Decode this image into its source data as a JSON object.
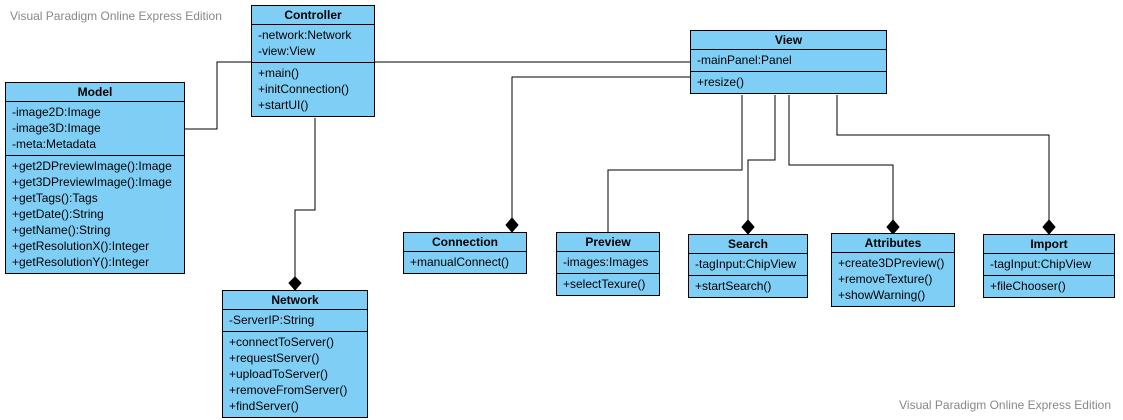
{
  "watermark": {
    "top": "Visual Paradigm Online Express Edition",
    "bottom": "Visual Paradigm Online Express Edition"
  },
  "classes": [
    {
      "id": "controller",
      "name": "Controller",
      "attributes": [
        "-network:Network",
        "-view:View"
      ],
      "operations": [
        "+main()",
        "+initConnection()",
        "+startUI()"
      ]
    },
    {
      "id": "model",
      "name": "Model",
      "attributes": [
        "-image2D:Image",
        "-image3D:Image",
        "-meta:Metadata"
      ],
      "operations": [
        "+get2DPreviewImage():Image",
        "+get3DPreviewImage():Image",
        "+getTags():Tags",
        "+getDate():String",
        "+getName():String",
        "+getResolutionX():Integer",
        "+getResolutionY():Integer"
      ]
    },
    {
      "id": "view",
      "name": "View",
      "attributes": [
        "-mainPanel:Panel"
      ],
      "operations": [
        "+resize()"
      ]
    },
    {
      "id": "network",
      "name": "Network",
      "attributes": [
        "-ServerIP:String"
      ],
      "operations": [
        "+connectToServer()",
        "+requestServer()",
        "+uploadToServer()",
        "+removeFromServer()",
        "+findServer()"
      ]
    },
    {
      "id": "connection",
      "name": "Connection",
      "attributes": [],
      "operations": [
        "+manualConnect()"
      ]
    },
    {
      "id": "preview",
      "name": "Preview",
      "attributes": [
        "-images:Images"
      ],
      "operations": [
        "+selectTexure()"
      ]
    },
    {
      "id": "search",
      "name": "Search",
      "attributes": [
        "-tagInput:ChipView"
      ],
      "operations": [
        "+startSearch()"
      ]
    },
    {
      "id": "attributes",
      "name": "Attributes",
      "attributes": [],
      "operations": [
        "+create3DPreview()",
        "+removeTexture()",
        "+showWarning()"
      ]
    },
    {
      "id": "import",
      "name": "Import",
      "attributes": [
        "-tagInput:ChipView"
      ],
      "operations": [
        "+fileChooser()"
      ]
    }
  ],
  "colors": {
    "class_fill": "#7fcef5",
    "border": "#000000",
    "watermark": "#888888"
  }
}
